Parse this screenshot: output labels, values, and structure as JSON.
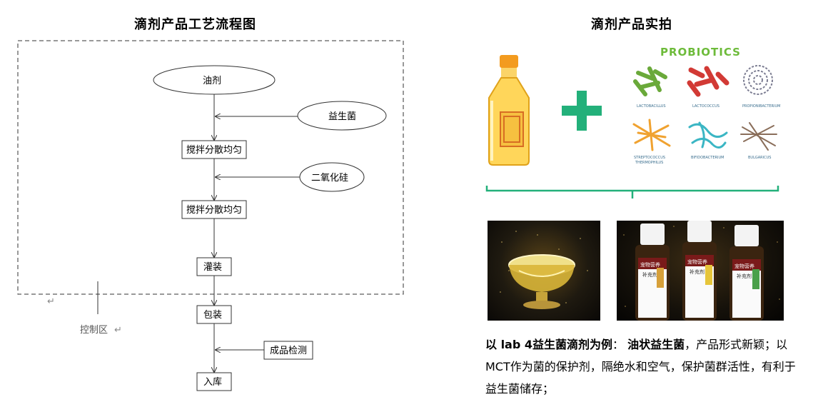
{
  "left_panel": {
    "title": "滴剂产品工艺流程图",
    "nodes": {
      "oil": "油剂",
      "probiotic": "益生菌",
      "mix1": "搅拌分散均匀",
      "silica": "二氧化硅",
      "mix2": "搅拌分散均匀",
      "filling": "灌装",
      "packaging": "包装",
      "inspection": "成品检测",
      "storage": "入库"
    },
    "control_zone_label": "控制区",
    "return_mark": "↵"
  },
  "right_panel": {
    "title": "滴剂产品实拍",
    "probiotics_title": "PROBIOTICS",
    "bacteria": [
      {
        "name": "LACTOBACILLUS",
        "color": "#6aa93a"
      },
      {
        "name": "LACTOCOCCUS",
        "color": "#d23a35"
      },
      {
        "name": "PROPIONIBACTERIUM",
        "color": "#7c7d92"
      },
      {
        "name": "STREPTOCOCCUS\nTHERMOPHILUS",
        "color": "#f0a230"
      },
      {
        "name": "BIFIDOBACTERIUM",
        "color": "#3bb6c4"
      },
      {
        "name": "BULGARICUS",
        "color": "#8a6e5a"
      }
    ],
    "accent_color": "#23b07a",
    "bottle_label_lines": [
      "宠物营养",
      "补充剂"
    ],
    "caption": {
      "bold_prefix": "以 lab 4益生菌滴剂为例",
      "colon": "：",
      "bold_term": "油状益生菌",
      "text": "，产品形式新颖；以MCT作为菌的保护剂，隔绝水和空气，保护菌群活性，有利于益生菌储存；"
    }
  }
}
